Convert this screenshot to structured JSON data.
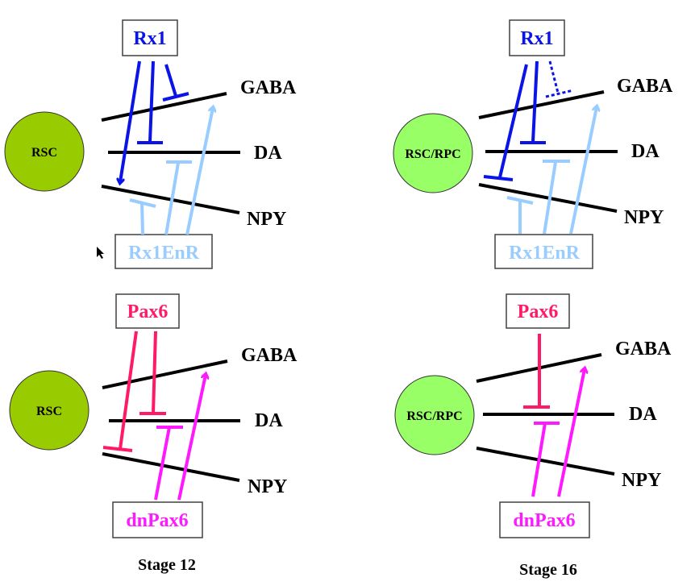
{
  "colors": {
    "rx1": "#0a14e6",
    "rx1enr": "#99ccff",
    "pax6": "#ff1a66",
    "dnpax6": "#ff19ff",
    "rsc": "#99cc00",
    "rsc_rpc": "#99ff66",
    "line": "#000000",
    "box_border": "#404040"
  },
  "targets": [
    "GABA",
    "DA",
    "NPY"
  ],
  "panels": [
    {
      "id": "rx1-stage12",
      "cell_label": "RSC",
      "cell_color_key": "rsc",
      "top_gene": "Rx1",
      "bottom_gene": "Rx1EnR",
      "top_color_key": "rx1",
      "bottom_color_key": "rx1enr",
      "interactions": [
        {
          "from": "top",
          "to": "NPY",
          "type": "activation"
        },
        {
          "from": "top",
          "to": "DA",
          "type": "repression"
        },
        {
          "from": "top",
          "to": "GABA",
          "type": "repression"
        },
        {
          "from": "bottom",
          "to": "NPY",
          "type": "repression"
        },
        {
          "from": "bottom",
          "to": "DA",
          "type": "repression"
        },
        {
          "from": "bottom",
          "to": "GABA",
          "type": "activation"
        }
      ]
    },
    {
      "id": "rx1-stage16",
      "cell_label": "RSC/RPC",
      "cell_color_key": "rsc_rpc",
      "top_gene": "Rx1",
      "bottom_gene": "Rx1EnR",
      "top_color_key": "rx1",
      "bottom_color_key": "rx1enr",
      "interactions": [
        {
          "from": "top",
          "to": "NPY",
          "type": "repression"
        },
        {
          "from": "top",
          "to": "DA",
          "type": "repression"
        },
        {
          "from": "top",
          "to": "GABA",
          "type": "weak-repression"
        },
        {
          "from": "bottom",
          "to": "NPY",
          "type": "repression"
        },
        {
          "from": "bottom",
          "to": "DA",
          "type": "repression"
        },
        {
          "from": "bottom",
          "to": "GABA",
          "type": "activation"
        }
      ]
    },
    {
      "id": "pax6-stage12",
      "cell_label": "RSC",
      "cell_color_key": "rsc",
      "top_gene": "Pax6",
      "bottom_gene": "dnPax6",
      "top_color_key": "pax6",
      "bottom_color_key": "dnpax6",
      "stage": "Stage 12",
      "interactions": [
        {
          "from": "top",
          "to": "NPY",
          "type": "repression"
        },
        {
          "from": "top",
          "to": "DA",
          "type": "repression"
        },
        {
          "from": "bottom",
          "to": "DA",
          "type": "repression"
        },
        {
          "from": "bottom",
          "to": "GABA",
          "type": "activation"
        }
      ]
    },
    {
      "id": "pax6-stage16",
      "cell_label": "RSC/RPC",
      "cell_color_key": "rsc_rpc",
      "top_gene": "Pax6",
      "bottom_gene": "dnPax6",
      "top_color_key": "pax6",
      "bottom_color_key": "dnpax6",
      "stage": "Stage 16",
      "interactions": [
        {
          "from": "top",
          "to": "DA",
          "type": "repression"
        },
        {
          "from": "bottom",
          "to": "DA",
          "type": "repression"
        },
        {
          "from": "bottom",
          "to": "GABA",
          "type": "activation"
        }
      ]
    }
  ]
}
